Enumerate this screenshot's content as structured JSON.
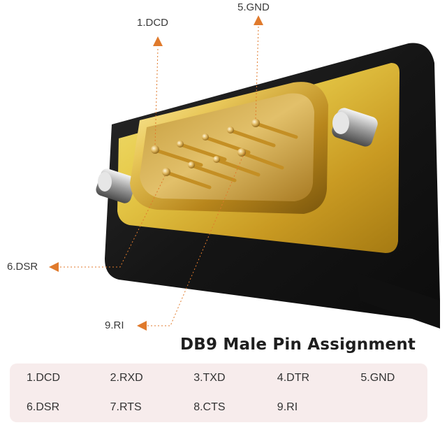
{
  "callouts": {
    "dcd": "1.DCD",
    "gnd": "5.GND",
    "dsr": "6.DSR",
    "ri": "9.RI"
  },
  "heading": "DB9 Male Pin Assignment",
  "pins": [
    "1.DCD",
    "2.RXD",
    "3.TXD",
    "4.DTR",
    "5.GND",
    "6.DSR",
    "7.RTS",
    "8.CTS",
    "9.RI"
  ],
  "colors": {
    "accent": "#e07a2c",
    "gold": "#d9b23a",
    "body": "#1c1c1c",
    "panel": "#f7ecec"
  }
}
